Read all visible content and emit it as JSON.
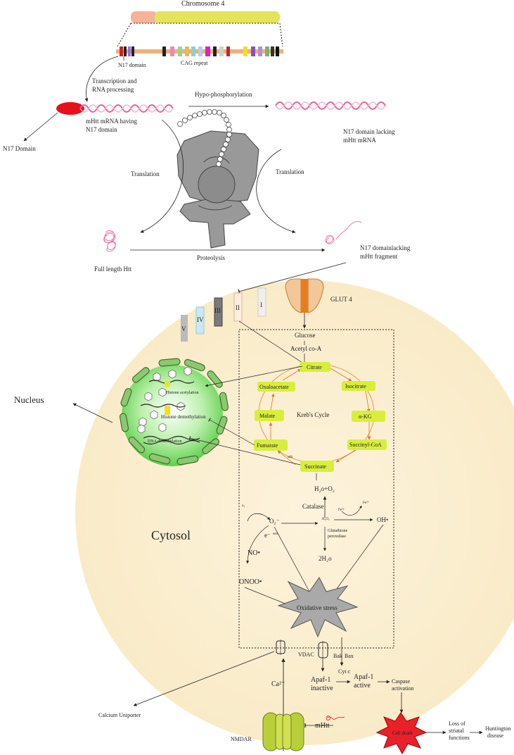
{
  "labels": {
    "chromosome": "Chromosome 4",
    "n17_domain_small": "N17 domain",
    "cag_repeat": "CAG repeat",
    "transcription_1": "Transcription and",
    "transcription_2": "RNA processing",
    "hypo_phosphorylation": "Hypo-phosphorylation",
    "n17_domain_out": "N17 Domain",
    "mhtt_mrna_1": "mHtt mRNA having",
    "mhtt_mrna_2": "N17 domain",
    "n17_lacking_1": "N17 domain lacking",
    "n17_lacking_2": "mHtt mRNA",
    "translation_left": "Translation",
    "translation_right": "Translation",
    "full_length_htt": "Full length Htt",
    "proteolysis": "Proteolysis",
    "fragment_1": "N17 domainlacking",
    "fragment_2": "mHtt fragment",
    "glut4": "GLUT 4",
    "complex_v": "V",
    "complex_iv": "IV",
    "complex_iii": "III",
    "complex_ii": "II",
    "complex_i": "I",
    "glucose": "Glucose",
    "acetyl_coa": "Acetyl co-A",
    "nucleus": "Nucleus",
    "histone_acetylation": "Histone acetylation",
    "histone_demethylation": "Histone demethylation",
    "dna_demethylation": "DNA demethylation",
    "citrate": "Citrate",
    "oxaloacetate": "Oxaloacetate",
    "isocitrate": "Isocitrate",
    "malate": "Malate",
    "krebs_cycle": "Kreb's Cycle",
    "akg": "α-KG",
    "fumarate": "Fumarate",
    "succinyl_coa": "Succinyl-CoA",
    "succinate": "Succinate",
    "sdh": "sdh",
    "h2o_o2": "H₂o+O₂",
    "catalase": "Catalase",
    "o2_small": "o₂",
    "fe2": "Fe²⁺",
    "fe3": "Fe³⁺",
    "superoxide": "O₂⁻",
    "sod": "sod",
    "h2o2": "H₂O₂",
    "oh_radical": "OH•",
    "electron": "e⁻",
    "glutathione_1": "Glutathione",
    "glutathione_2": "peroxidase",
    "two_h2o": "2H₂o",
    "no_radical": "NO•",
    "onoo_radical": "ONOO•",
    "cytosol": "Cytosol",
    "oxidative_stress": "Oxidative stress",
    "vdac": "VDAC",
    "bak": "Bak",
    "bax": "Bax",
    "cyt_c": "Cyt c",
    "ca": "Ca²⁺",
    "apaf_inactive_1": "Apaf-1",
    "apaf_inactive_2": "inactive",
    "apaf_active_1": "Apaf-1",
    "apaf_active_2": "active",
    "caspase_1": "Caspase",
    "caspase_2": "activation",
    "calcium_uniporter": "Calcium Uniporter",
    "mhtt": "mHtt",
    "nmdar": "NMDAR",
    "cell_death": "Cell death",
    "loss_1": "Loss of",
    "loss_2": "striatal",
    "loss_3": "functions",
    "huntington_1": "Huntington",
    "huntington_2": "disease"
  },
  "colors": {
    "cytosol_fill": "#fbefd2",
    "krebs_box_fill": "#d9ee3c",
    "krebs_arrow": "#e89a45",
    "chromosome_p": "#f4b49a",
    "chromosome_q": "#e4e35a",
    "mrna": "#e8609a",
    "nucleus_green": "#8fe07a",
    "glut4": "#e77d1e",
    "nmdar": "#b8cf3a",
    "ribosome": "#909090",
    "oxidative_stress": "#a9a9a9",
    "cell_death": "#e8202a"
  },
  "icons": [
    "chromosome-icon",
    "dna-strip-icon",
    "mrna-icon",
    "ribosome-icon",
    "protein-coil-icon",
    "nucleus-icon",
    "glut4-transporter-icon",
    "nmdar-channel-icon",
    "vdac-channel-icon",
    "uniporter-icon",
    "starburst-icon",
    "cell-death-icon"
  ]
}
